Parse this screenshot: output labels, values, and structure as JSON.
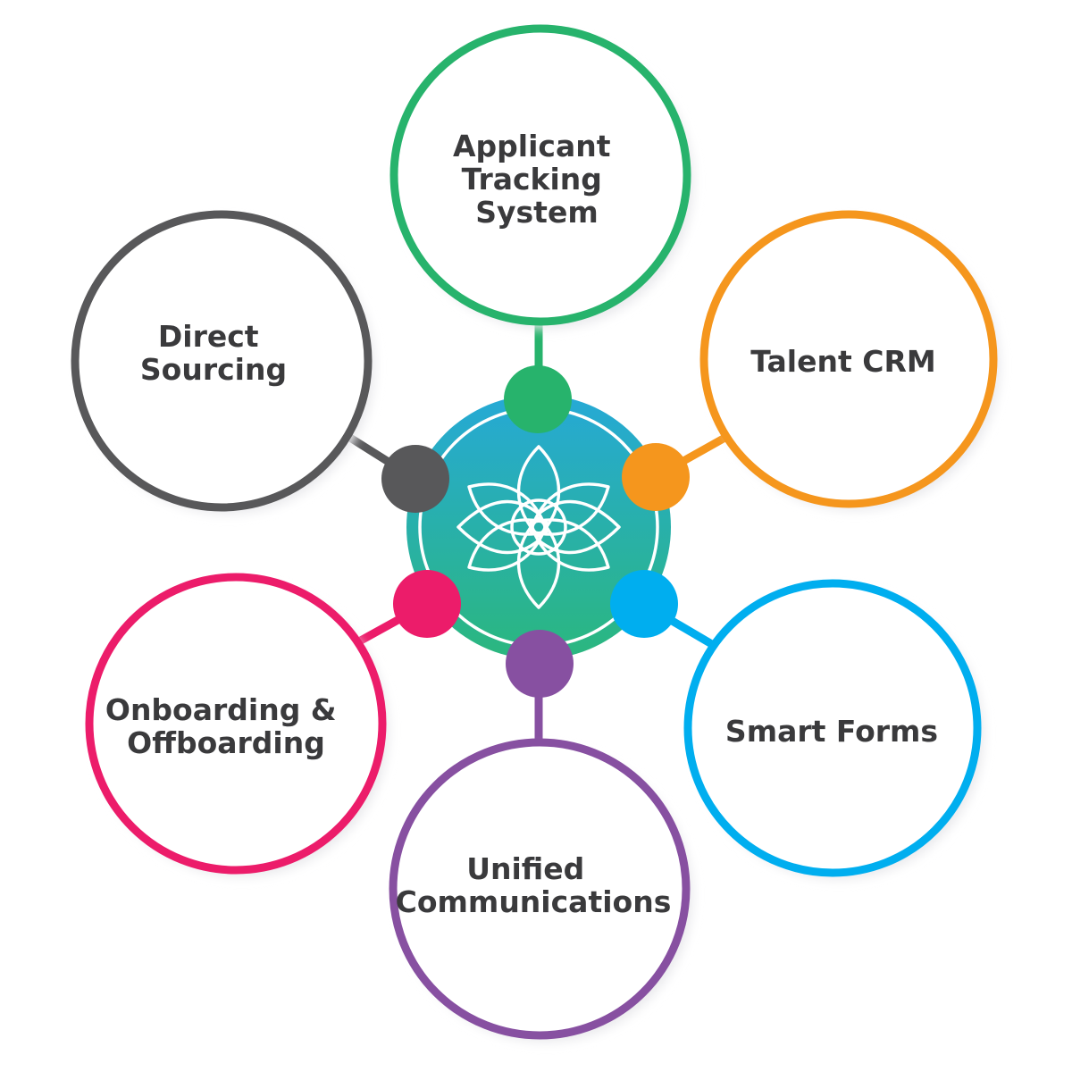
{
  "hub": {
    "icon": "flower-knot-icon",
    "gradient_top": "#26a9d6",
    "gradient_bottom": "#2bb77e"
  },
  "nodes": [
    {
      "id": "applicant-tracking",
      "lines": [
        "Applicant",
        "Tracking",
        "System"
      ],
      "color": "#27b36c"
    },
    {
      "id": "talent-crm",
      "lines": [
        "Talent CRM"
      ],
      "color": "#f5961d"
    },
    {
      "id": "smart-forms",
      "lines": [
        "Smart Forms"
      ],
      "color": "#00aeef"
    },
    {
      "id": "unified-communications",
      "lines": [
        "Unified",
        "Communications"
      ],
      "color": "#8750a1"
    },
    {
      "id": "onboarding-offboarding",
      "lines": [
        "Onboarding &",
        "Offboarding"
      ],
      "color": "#ec1c6a"
    },
    {
      "id": "direct-sourcing",
      "lines": [
        "Direct",
        "Sourcing"
      ],
      "color": "#58585a"
    }
  ]
}
